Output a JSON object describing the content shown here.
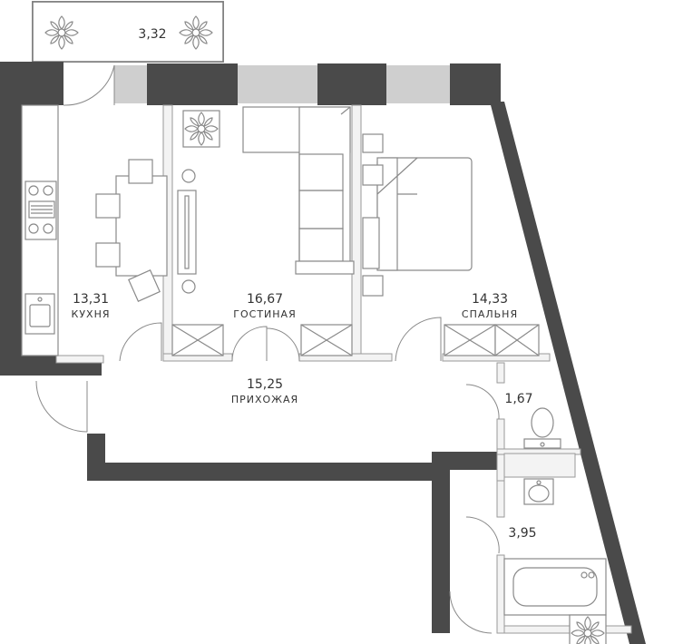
{
  "colors": {
    "wall": "#4a4a4a",
    "window": "#cfcfcf",
    "text": "#333333"
  },
  "rooms": [
    {
      "id": "balcony",
      "area": "3,32",
      "name": ""
    },
    {
      "id": "kitchen",
      "area": "13,31",
      "name": "КУХНЯ"
    },
    {
      "id": "living",
      "area": "16,67",
      "name": "ГОСТИНАЯ"
    },
    {
      "id": "bedroom",
      "area": "14,33",
      "name": "СПАЛЬНЯ"
    },
    {
      "id": "hallway",
      "area": "15,25",
      "name": "ПРИХОЖАЯ"
    },
    {
      "id": "toilet",
      "area": "1,67",
      "name": ""
    },
    {
      "id": "bathroom",
      "area": "3,95",
      "name": ""
    }
  ],
  "icons": [
    "plant-icon",
    "toilet-icon",
    "sink-icon",
    "bathtub-icon",
    "stove-icon",
    "wardrobe-icon",
    "sofa-icon",
    "bed-icon",
    "table-icon",
    "chair-icon"
  ]
}
